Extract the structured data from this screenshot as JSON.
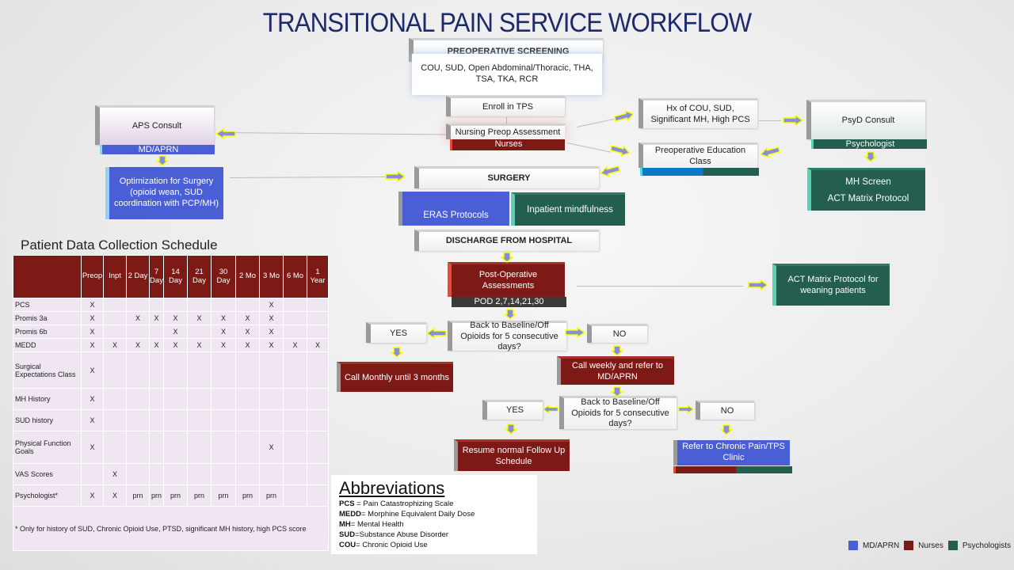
{
  "title": "TRANSITIONAL PAIN SERVICE WORKFLOW",
  "colors": {
    "md_aprn": "#4a5fd6",
    "nurses": "#7e1a16",
    "psychologists": "#235e4e",
    "arrow_fill": "#8590d8",
    "arrow_stroke": "#ffff00"
  },
  "flow": {
    "preop_screening_title": "PREOPERATIVE SCREENING",
    "preop_screening_body": "COU, SUD, Open Abdominal/Thoracic, THA, TSA, TKA, RCR",
    "enroll": "Enroll in TPS",
    "nursing_preop": "Nursing Preop Assessment",
    "nurses_band": "Nurses",
    "aps_consult": "APS Consult",
    "md_aprn_band": "MD/APRN",
    "optimization": "Optimization for Surgery (opioid wean, SUD coordination with PCP/MH)",
    "hx": "Hx of COU, SUD, Significant MH, High PCS",
    "psyd_consult": "PsyD Consult",
    "psychologist_band": "Psychologist",
    "preop_education": "Preoperative Education Class",
    "mh_screen": "MH Screen",
    "act_matrix": "ACT Matrix Protocol",
    "surgery": "SURGERY",
    "eras": "ERAS Protocols",
    "inpatient_mindfulness": "Inpatient mindfulness",
    "discharge": "DISCHARGE FROM HOSPITAL",
    "postop": "Post-Operative Assessments",
    "pod": "POD 2,7,14,21,30",
    "act_weaning": "ACT Matrix Protocol for weaning patients",
    "decision1": "Back to Baseline/Off Opioids for 5 consecutive days?",
    "yes1": "YES",
    "no1": "NO",
    "call_monthly": "Call Monthly until 3 months",
    "call_weekly": "Call weekly and refer to MD/APRN",
    "decision2": "Back to Baseline/Off Opioids for 5 consecutive days?",
    "yes2": "YES",
    "no2": "NO",
    "resume": "Resume normal Follow Up Schedule",
    "refer_chronic": "Refer to Chronic Pain/TPS Clinic"
  },
  "schedule": {
    "title": "Patient Data Collection Schedule",
    "columns": [
      "",
      "Preop",
      "Inpt",
      "2 Day",
      "7 Day",
      "14 Day",
      "21 Day",
      "30 Day",
      "2 Mo",
      "3 Mo",
      "6 Mo",
      "1 Year"
    ],
    "rows": [
      {
        "label": "PCS",
        "cells": [
          "X",
          "",
          "",
          "",
          "",
          "",
          "",
          "",
          "X",
          "",
          ""
        ]
      },
      {
        "label": "Promis 3a",
        "cells": [
          "X",
          "",
          "X",
          "X",
          "X",
          "X",
          "X",
          "X",
          "X",
          "",
          ""
        ]
      },
      {
        "label": "Promis 6b",
        "cells": [
          "X",
          "",
          "",
          "",
          "X",
          "",
          "X",
          "X",
          "X",
          "",
          ""
        ]
      },
      {
        "label": "MEDD",
        "cells": [
          "X",
          "X",
          "X",
          "X",
          "X",
          "X",
          "X",
          "X",
          "X",
          "X",
          "X"
        ]
      },
      {
        "label": "Surgical Expectations Class",
        "cells": [
          "X",
          "",
          "",
          "",
          "",
          "",
          "",
          "",
          "",
          "",
          ""
        ]
      },
      {
        "label": "MH History",
        "cells": [
          "X",
          "",
          "",
          "",
          "",
          "",
          "",
          "",
          "",
          "",
          ""
        ]
      },
      {
        "label": "SUD history",
        "cells": [
          "X",
          "",
          "",
          "",
          "",
          "",
          "",
          "",
          "",
          "",
          ""
        ]
      },
      {
        "label": "Physical Function Goals",
        "cells": [
          "X",
          "",
          "",
          "",
          "",
          "",
          "",
          "",
          "X",
          "",
          ""
        ]
      },
      {
        "label": "VAS Scores",
        "cells": [
          "",
          "X",
          "",
          "",
          "",
          "",
          "",
          "",
          "",
          "",
          ""
        ]
      },
      {
        "label": "Psychologist*",
        "cells": [
          "X",
          "X",
          "prn",
          "prn",
          "prn",
          "prn",
          "prn",
          "prn",
          "prn",
          "",
          ""
        ]
      }
    ],
    "footnote": "* Only for history of SUD, Chronic Opioid Use, PTSD, significant MH history, high PCS score"
  },
  "abbreviations": {
    "title": "Abbreviations",
    "items": [
      {
        "key": "PCS",
        "sep": " = ",
        "value": "Pain Catastrophizing Scale"
      },
      {
        "key": "MEDD",
        "sep": "= ",
        "value": "Morphine Equivalent Daily Dose"
      },
      {
        "key": "MH",
        "sep": "= ",
        "value": "Mental Health"
      },
      {
        "key": "SUD",
        "sep": "=",
        "value": "Substance Abuse Disorder"
      },
      {
        "key": "COU",
        "sep": "= ",
        "value": "Chronic Opioid Use"
      }
    ]
  },
  "legend": [
    {
      "label": "MD/APRN",
      "color": "#4a5fd6"
    },
    {
      "label": "Nurses",
      "color": "#7e1a16"
    },
    {
      "label": "Psychologists",
      "color": "#235e4e"
    }
  ]
}
